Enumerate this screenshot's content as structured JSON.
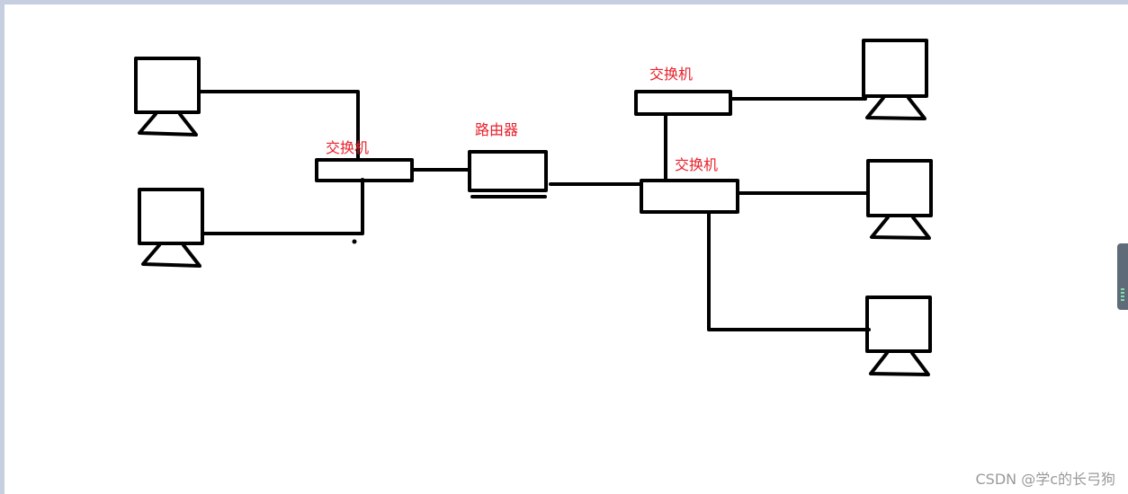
{
  "labels": {
    "switch_left": "交换机",
    "router": "路由器",
    "switch_top_right": "交换机",
    "switch_right": "交换机"
  },
  "watermark": "CSDN @学c的长弓狗",
  "colors": {
    "label": "#e8202a",
    "stroke": "#000000",
    "watermark": "#9a9a9a"
  }
}
